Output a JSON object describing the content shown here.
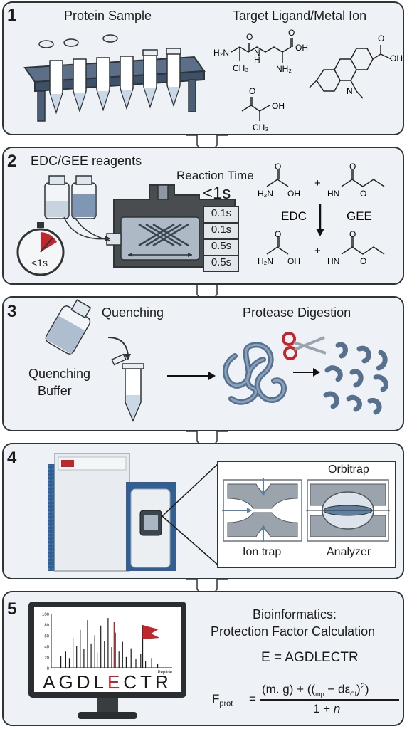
{
  "steps": [
    {
      "number": "1",
      "left_title": "Protein Sample",
      "right_title": "Target Ligand/Metal Ion",
      "chem": {
        "a_h2n": "H₂N",
        "a_ch3": "CH₃",
        "a_o1": "O",
        "a_h": "H",
        "a_n": "N",
        "a_oh": "OH",
        "a_nh2": "NH₂",
        "a_o2": "O",
        "b_o": "O",
        "b_oh": "OH",
        "b_n": "N",
        "c_o1": "O",
        "c_o2": "O",
        "c_oh": "OH",
        "c_ch3": "CH₃"
      }
    },
    {
      "number": "2",
      "title": "EDC/GEE reagents",
      "reaction_time_label": "Reaction Time",
      "reaction_time_value": "<1s",
      "timer_label": "<1s",
      "times": [
        "0.1s",
        "0.1s",
        "0.5s",
        "0.5s"
      ],
      "chem": {
        "o": "O",
        "h2n": "H₂N",
        "oh": "OH",
        "plus": "+",
        "hn": "HN",
        "edc": "EDC",
        "gee": "GEE"
      }
    },
    {
      "number": "3",
      "quench_title": "Quenching",
      "digest_title": "Protease Digestion",
      "buffer_label_1": "Quenching",
      "buffer_label_2": "Buffer"
    },
    {
      "number": "4",
      "orbitrap_label": "Orbitrap",
      "iontrap_label": "Ion trap",
      "analyzer_label": "Analyzer"
    },
    {
      "number": "5",
      "title_line1": "Bioinformatics:",
      "title_line2": "Protection Factor Calculation",
      "equation_e": "E = AGDLECTR",
      "formula": {
        "lhs": "F",
        "lhs_sub": "prot",
        "eq": "=",
        "num_a": "(m. g) + ((",
        "num_sub": "mp",
        "num_b": " − dε",
        "num_sub2": "CI",
        "num_c": ")",
        "num_sup": "2",
        "num_d": ")",
        "den": "1 + ",
        "den_n": "n"
      },
      "sequence_left": "AGDL",
      "sequence_highlight": "E",
      "sequence_right": "CTR"
    }
  ],
  "spectrum": {
    "y_ticks": [
      "100",
      "80",
      "60",
      "40",
      "20",
      "0"
    ],
    "x_label": "Peptide",
    "peaks": [
      [
        8,
        22
      ],
      [
        12,
        30
      ],
      [
        15,
        18
      ],
      [
        18,
        55
      ],
      [
        21,
        40
      ],
      [
        24,
        70
      ],
      [
        27,
        35
      ],
      [
        30,
        88
      ],
      [
        33,
        45
      ],
      [
        36,
        60
      ],
      [
        38,
        28
      ],
      [
        41,
        78
      ],
      [
        44,
        50
      ],
      [
        47,
        92
      ],
      [
        50,
        38
      ],
      [
        53,
        65
      ],
      [
        56,
        30
      ],
      [
        59,
        48
      ],
      [
        62,
        20
      ],
      [
        66,
        36
      ],
      [
        70,
        16
      ],
      [
        74,
        25
      ],
      [
        78,
        12
      ],
      [
        83,
        18
      ],
      [
        88,
        8
      ]
    ],
    "highlight_peak": [
      52,
      85
    ]
  },
  "colors": {
    "accent_red": "#c0272d",
    "steel": "#5f7fa1",
    "dark": "#2f3437"
  }
}
